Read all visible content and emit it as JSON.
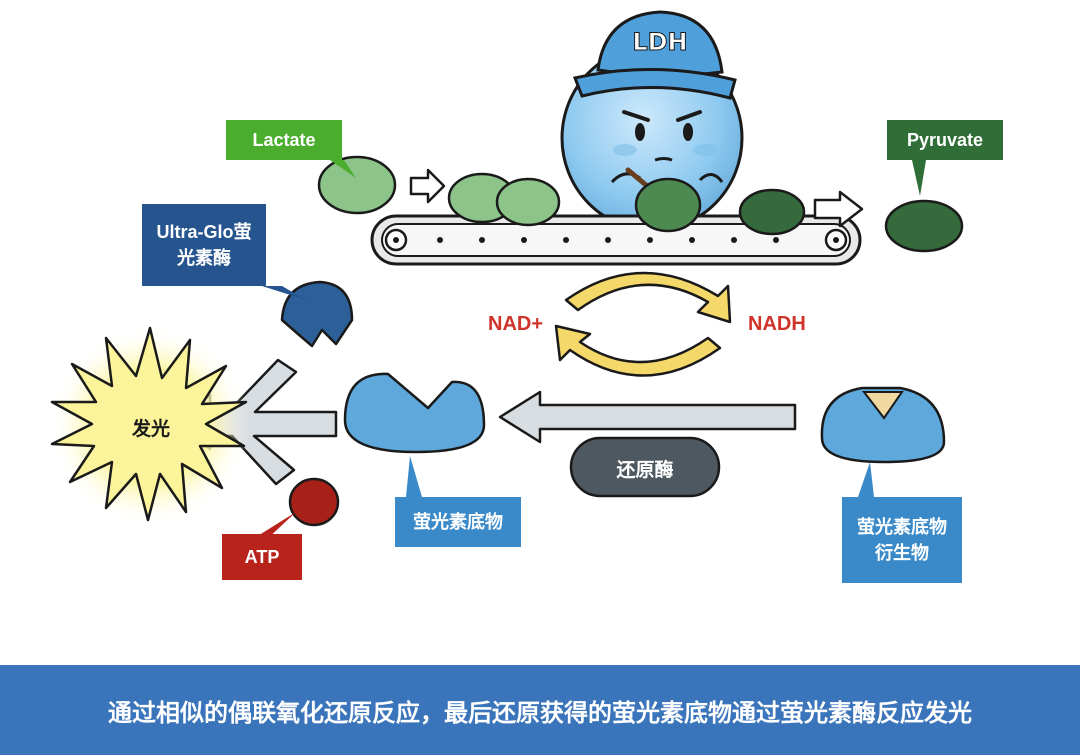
{
  "enzyme_cap_text": "LDH",
  "labels": {
    "lactate": "Lactate",
    "pyruvate": "Pyruvate",
    "ultra_glo": "Ultra-Glo萤光素酶",
    "nad_plus": "NAD+",
    "nadh": "NADH",
    "emission": "发光",
    "reductase": "还原酶",
    "atp": "ATP",
    "luciferin": "萤光素底物",
    "luciferin_derivative": "萤光素底物衍生物"
  },
  "caption": "通过相似的偶联氧化还原反应，最后还原获得的萤光素底物通过萤光素酶反应发光",
  "colors": {
    "lactate": "#4aad2e",
    "pyruvate": "#2f6e36",
    "ultra_glo": "#25548f",
    "luciferin": "#3a8ac9",
    "atp": "#b8231c",
    "nad": "#d0332a",
    "caption_bar": "#3a74ba"
  }
}
